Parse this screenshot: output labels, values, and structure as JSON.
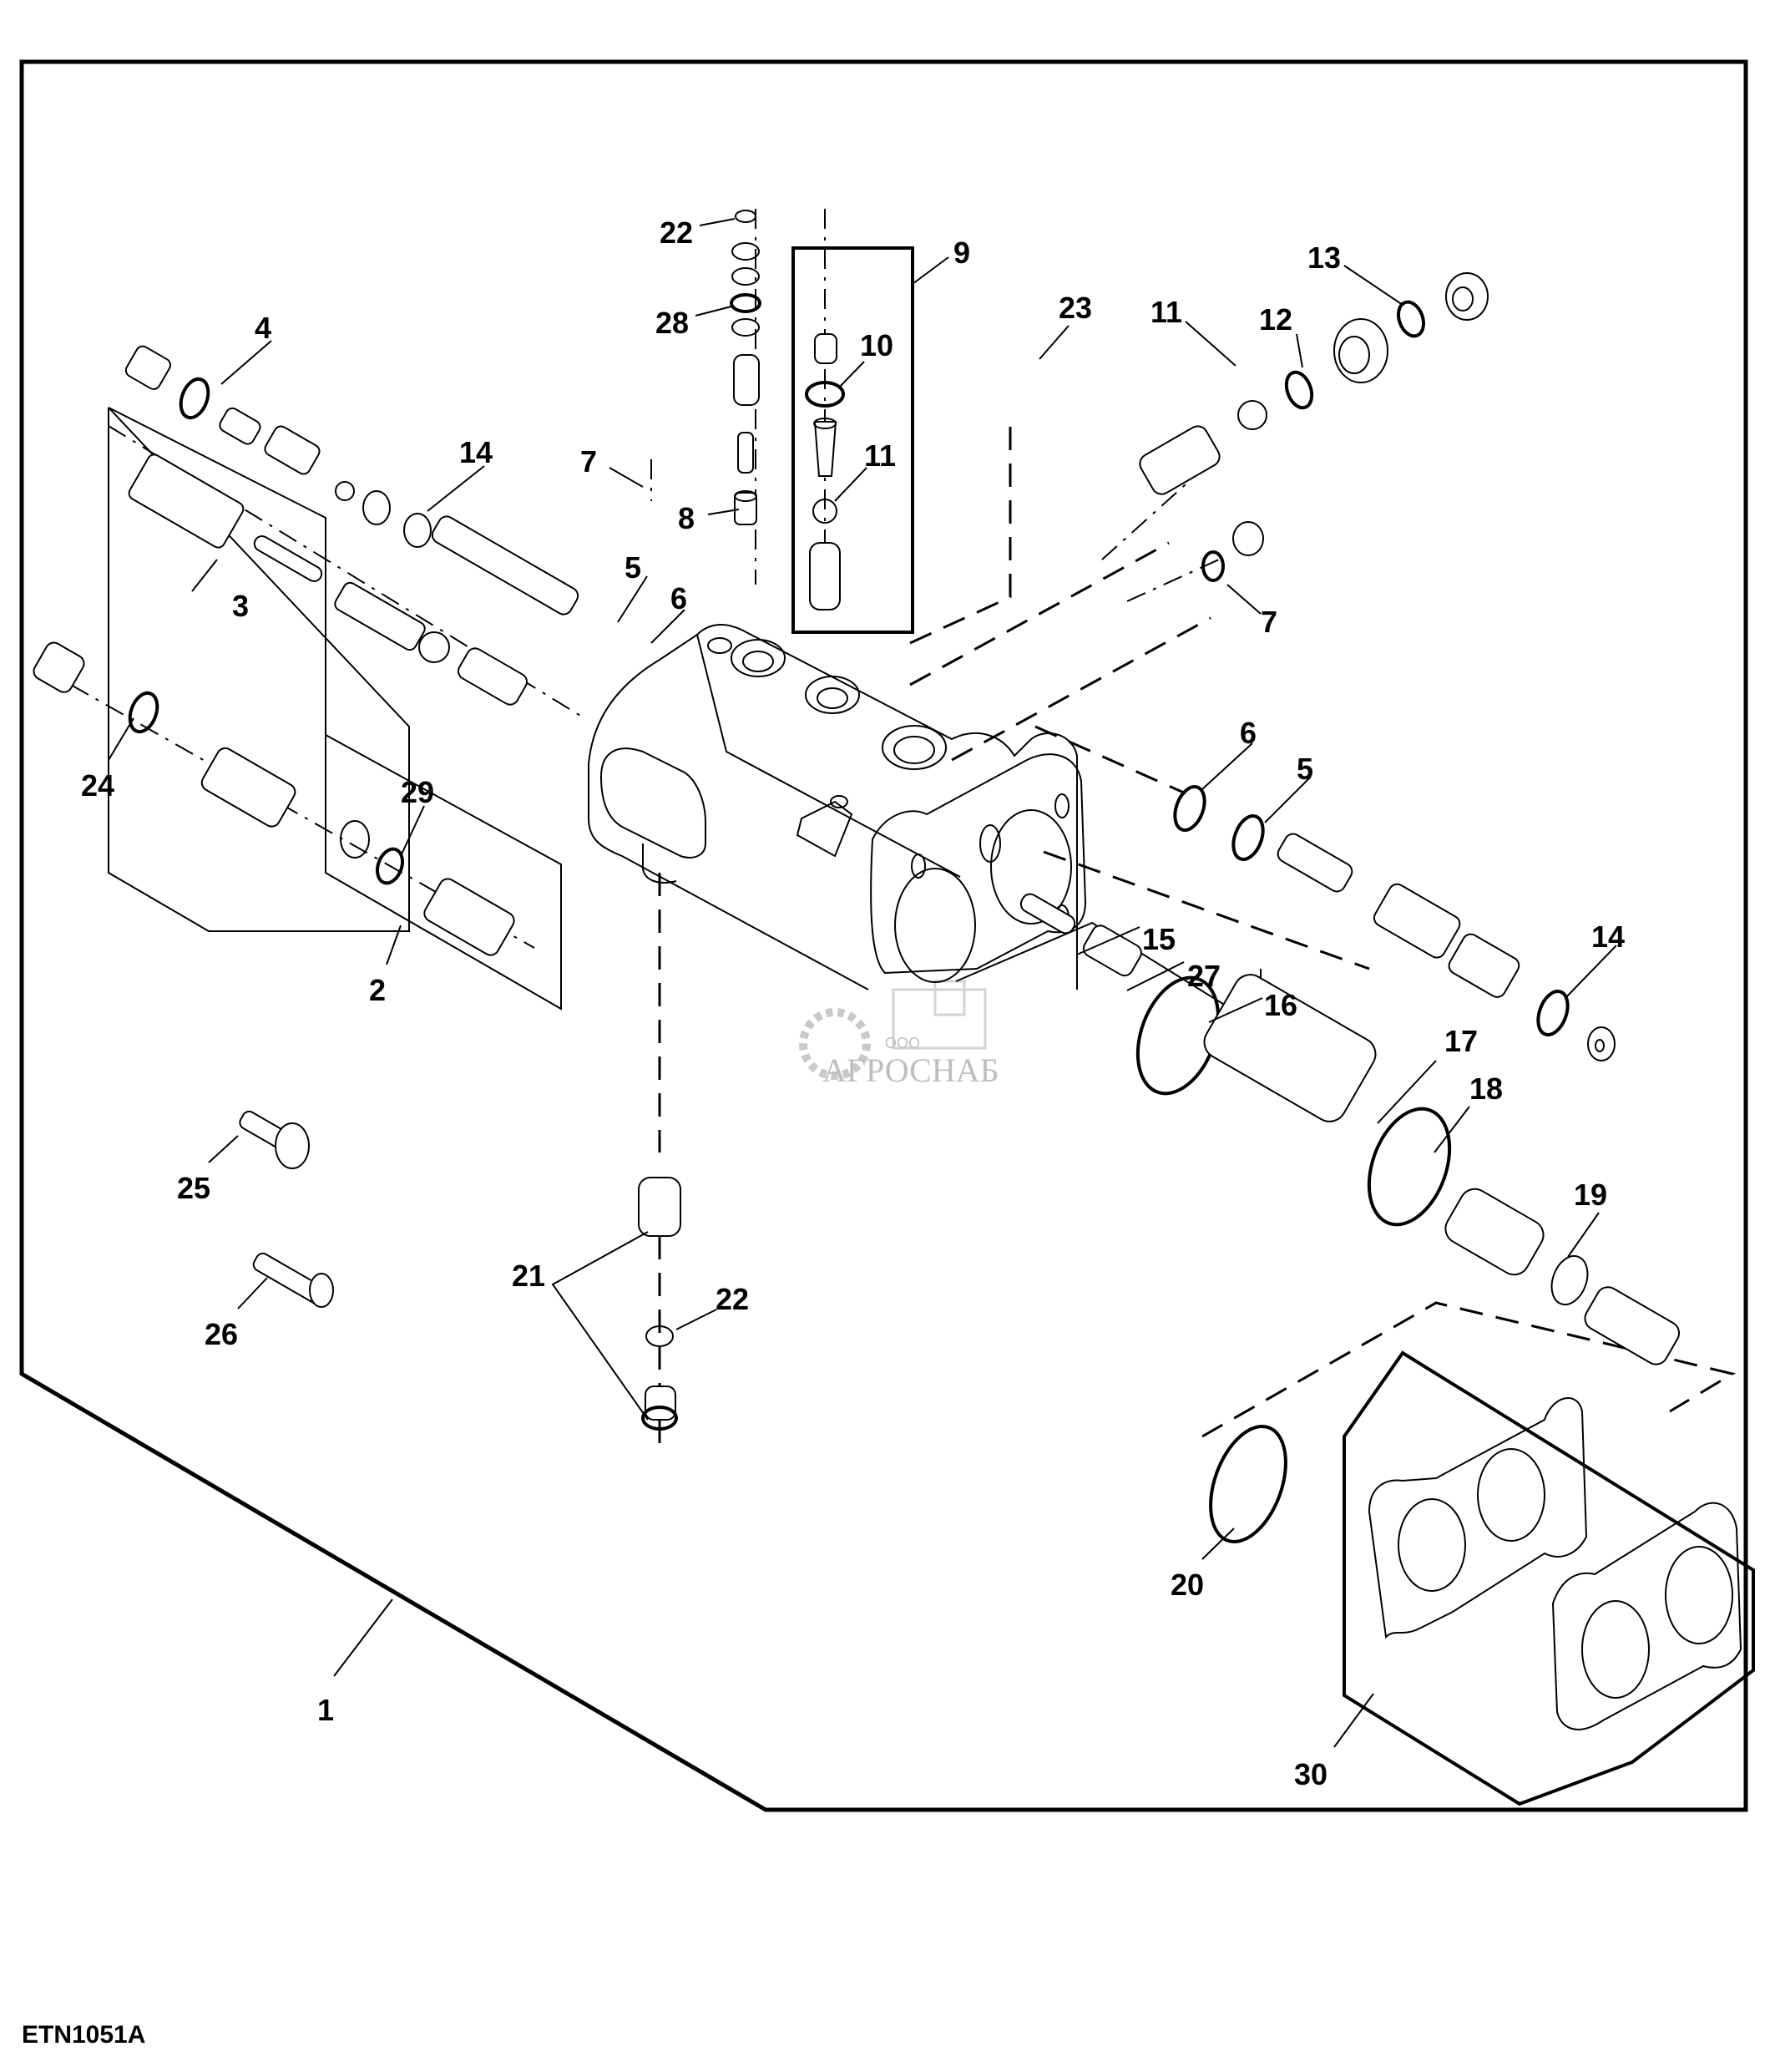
{
  "figure": {
    "id": "ETN1051A",
    "watermark": {
      "prefix": "ООО",
      "brand": "АГРОСНАБ"
    }
  },
  "callouts": {
    "c1": "1",
    "c2": "2",
    "c3": "3",
    "c4": "4",
    "c5a": "5",
    "c5b": "5",
    "c6a": "6",
    "c6b": "6",
    "c7a": "7",
    "c7b": "7",
    "c8": "8",
    "c9": "9",
    "c10": "10",
    "c11a": "11",
    "c11b": "11",
    "c12": "12",
    "c13": "13",
    "c14a": "14",
    "c14b": "14",
    "c15": "15",
    "c16": "16",
    "c17": "17",
    "c18": "18",
    "c19": "19",
    "c20": "20",
    "c21": "21",
    "c22a": "22",
    "c22b": "22",
    "c23": "23",
    "c24": "24",
    "c25": "25",
    "c26": "26",
    "c27": "27",
    "c28": "28",
    "c29": "29",
    "c30": "30"
  }
}
